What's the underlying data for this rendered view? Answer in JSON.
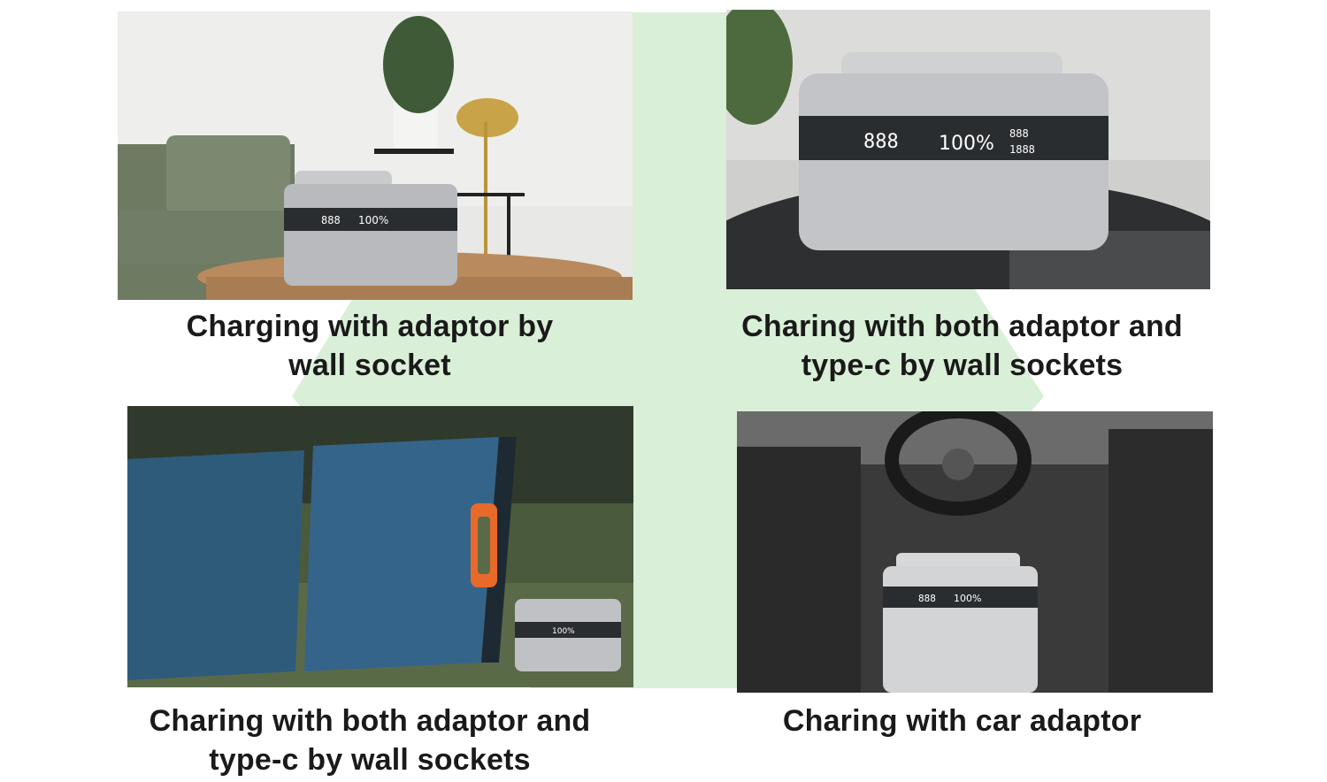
{
  "accent_color": "#d9efd7",
  "panels": [
    {
      "caption_line1": "Charging with adaptor by",
      "caption_line2": "wall socket",
      "icon": "power-station-living-room"
    },
    {
      "caption_line1": "Charing with both adaptor and",
      "caption_line2": "type-c by wall sockets",
      "icon": "power-station-closeup"
    },
    {
      "caption_line1": "Charing with both adaptor and",
      "caption_line2": "type-c by wall sockets",
      "icon": "solar-panel-power-station"
    },
    {
      "caption_line1": "Charing with car adaptor",
      "caption_line2": "",
      "icon": "car-interior-power-station"
    }
  ],
  "display": {
    "percent": "100%",
    "digits": "888"
  }
}
